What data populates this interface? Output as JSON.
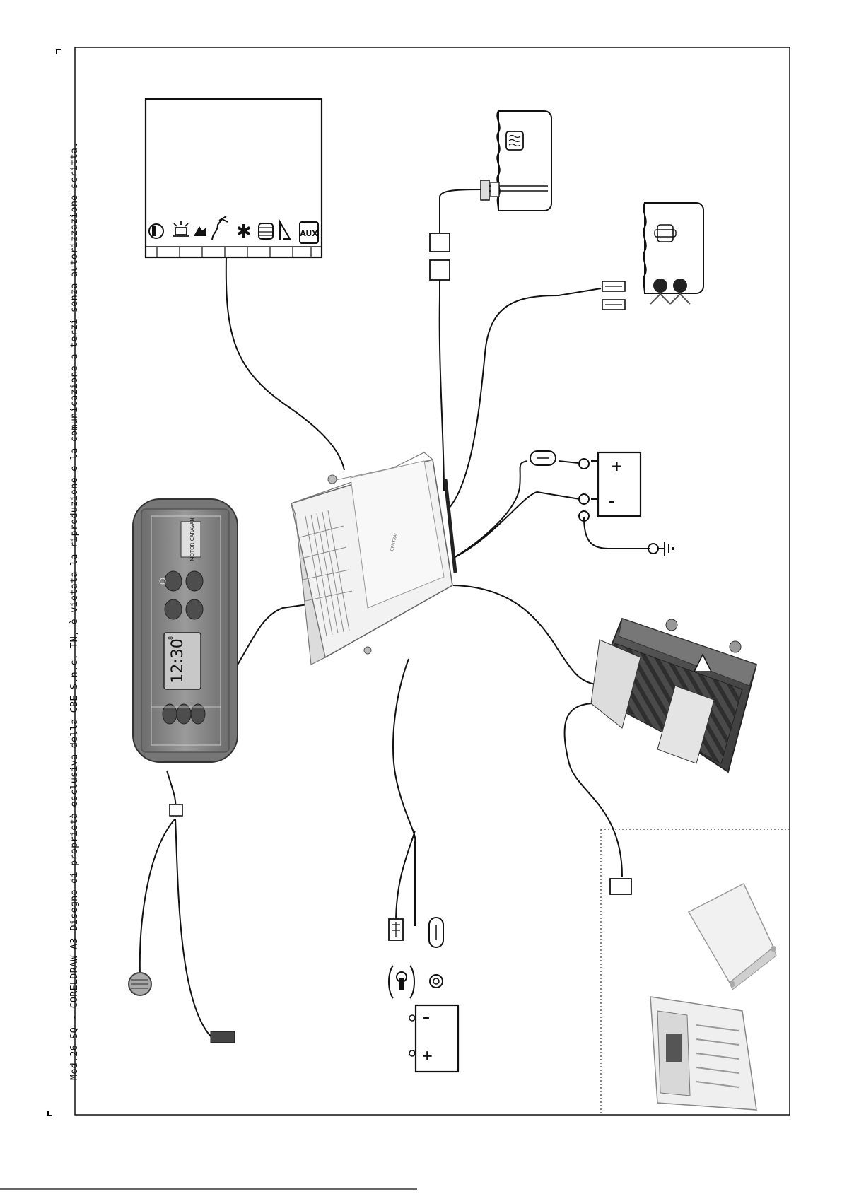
{
  "sidebar_note": {
    "model": "Mod.26 SQ",
    "software": "- CORELDRAW A3",
    "notice": "Disegno di proprietà esclusiva della CBE S.n.c. TN, è vietata la riproduzione e la comunicazione a terzi senza autorizzazione scritta."
  },
  "panel": {
    "brand": "MOTOR CARAVAN",
    "display_time": "12:30",
    "display_sub": "8"
  },
  "load_box": {
    "aux_label": "AUX"
  },
  "battery_service": {
    "plus": "+",
    "minus": "–"
  },
  "battery_engine": {
    "plus": "+",
    "minus": "–"
  },
  "colors": {
    "line": "#111111",
    "panel": "#8f8f8f",
    "panel_dark": "#5a5a5a",
    "dotted_border": "#444444"
  }
}
